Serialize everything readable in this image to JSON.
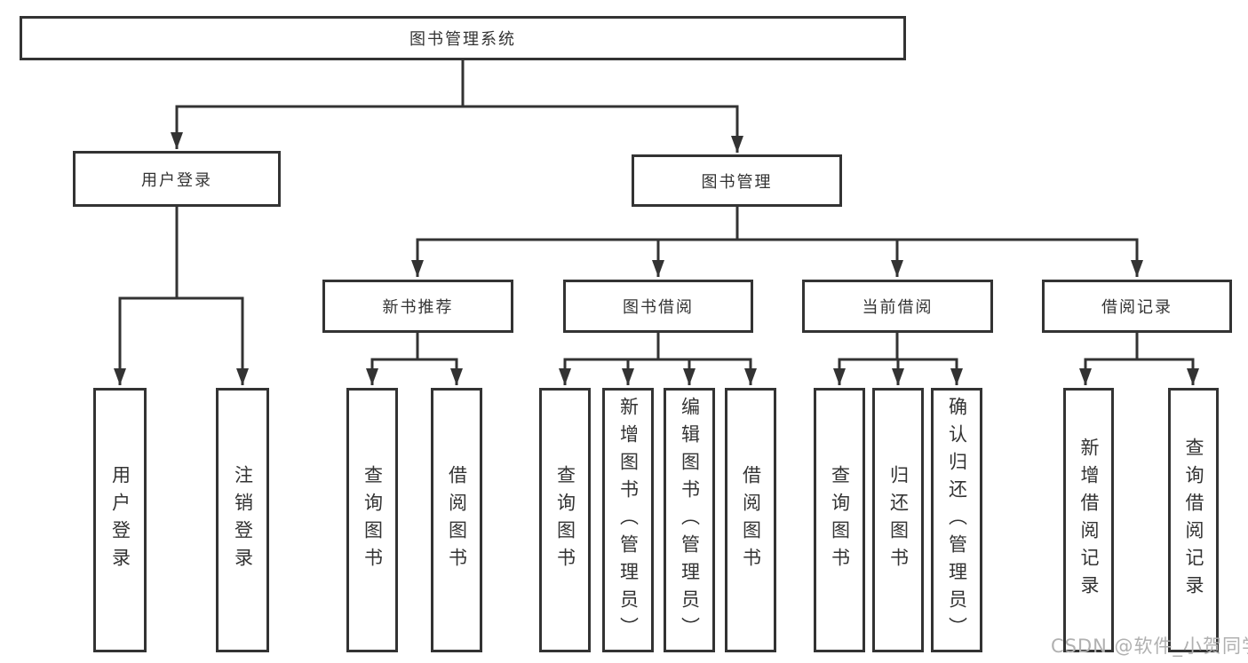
{
  "tree": {
    "root": {
      "label": "图书管理系统"
    },
    "level2": [
      {
        "label": "用户登录"
      },
      {
        "label": "图书管理"
      }
    ],
    "level3": [
      {
        "label": "新书推荐"
      },
      {
        "label": "图书借阅"
      },
      {
        "label": "当前借阅"
      },
      {
        "label": "借阅记录"
      }
    ],
    "leaves": {
      "user": [
        {
          "label": "用户登录"
        },
        {
          "label": "注销登录"
        }
      ],
      "recommend": [
        {
          "label": "查询图书"
        },
        {
          "label": "借阅图书"
        }
      ],
      "borrow": [
        {
          "label": "查询图书"
        },
        {
          "label": "新增图书（管理员）"
        },
        {
          "label": "编辑图书（管理员）"
        },
        {
          "label": "借阅图书"
        }
      ],
      "current": [
        {
          "label": "查询图书"
        },
        {
          "label": "归还图书"
        },
        {
          "label": "确认归还（管理员）"
        }
      ],
      "records": [
        {
          "label": "新增借阅记录"
        },
        {
          "label": "查询借阅记录"
        }
      ]
    }
  },
  "watermark": {
    "text": "CSDN @软件_小贺同学"
  },
  "colors": {
    "line": "#333333",
    "text": "#333333",
    "watermark": "#b0b0b0",
    "background": "#ffffff"
  }
}
